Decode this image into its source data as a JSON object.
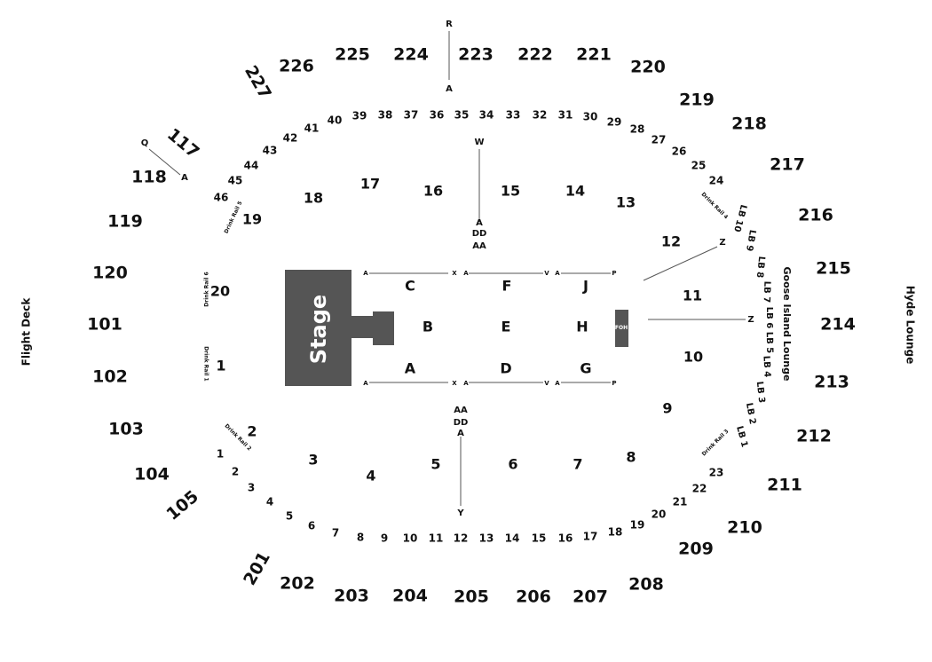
{
  "stage_label": "Stage",
  "foh_label": "FOH",
  "lounges": {
    "flight_deck": "Flight Deck",
    "hyde": "Hyde Lounge",
    "goose_island": "Goose Island Lounge"
  },
  "upper_sections": [
    "201",
    "202",
    "203",
    "204",
    "205",
    "206",
    "207",
    "208",
    "209",
    "210",
    "211",
    "212",
    "213",
    "214",
    "215",
    "216",
    "217",
    "218",
    "219",
    "220",
    "221",
    "222",
    "223",
    "224",
    "225",
    "226",
    "227",
    "117",
    "118",
    "119",
    "120",
    "101",
    "102",
    "103",
    "104",
    "105"
  ],
  "lower_ring": [
    "1",
    "2",
    "3",
    "4",
    "5",
    "6",
    "7",
    "8",
    "9",
    "10",
    "11",
    "12",
    "13",
    "14",
    "15",
    "16",
    "17",
    "18",
    "19",
    "20",
    "21",
    "22",
    "23",
    "24",
    "25",
    "26",
    "27",
    "28",
    "29",
    "30",
    "31",
    "32",
    "33",
    "34",
    "35",
    "36",
    "37",
    "38",
    "39",
    "40",
    "41",
    "42",
    "43",
    "44",
    "45",
    "46"
  ],
  "floor_sections": [
    "1",
    "2",
    "3",
    "4",
    "5",
    "6",
    "7",
    "8",
    "9",
    "10",
    "11",
    "12",
    "13",
    "14",
    "15",
    "16",
    "17",
    "18",
    "19",
    "20"
  ],
  "floor_blocks": [
    "A",
    "B",
    "C",
    "D",
    "E",
    "F",
    "G",
    "H",
    "J"
  ],
  "lounge_boxes": [
    "LB 1",
    "LB 2",
    "LB 3",
    "LB 4",
    "LB 5",
    "LB 6",
    "LB 7",
    "LB 8",
    "LB 9",
    "LB 10"
  ],
  "drink_rails": [
    "Drink Rail 1",
    "Drink Rail 2",
    "Drink Rail 3",
    "Drink Rail 4",
    "Drink Rail 5",
    "Drink Rail 6"
  ],
  "row_markers": [
    "R",
    "A",
    "W",
    "A",
    "DD",
    "AA",
    "AA",
    "DD",
    "A",
    "Y",
    "Q",
    "A",
    "Z",
    "Z",
    "A",
    "X",
    "A",
    "V",
    "A",
    "P",
    "A",
    "X",
    "A",
    "V",
    "A",
    "P"
  ]
}
